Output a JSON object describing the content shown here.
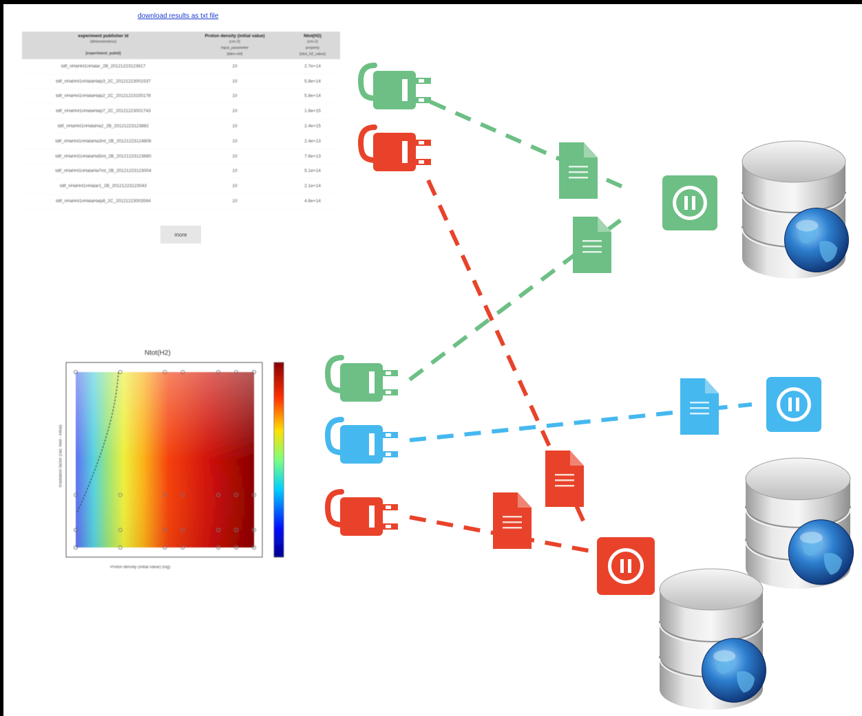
{
  "results": {
    "download_link": "download results as txt file",
    "columns": [
      {
        "title": "experiment publisher id",
        "sub1": "(dimensionless)",
        "sub2": "[experiment_pubid]"
      },
      {
        "title": "Proton density (initial value)",
        "sub1": "(cm-3)",
        "sub2": "input_parameter",
        "sub3": "[iden-nH]"
      },
      {
        "title": "Ntot(H2)",
        "sub1": "(cm-2)",
        "sub2": "property",
        "sub3": "[ntot_h2_value]"
      }
    ],
    "rows": [
      [
        "tdif_nHaHnl1nHalar_2B_20121223123817",
        "10",
        "2.7e+14"
      ],
      [
        "tdif_nHaHnl1nHalaHalp3_2C_20121223001537",
        "10",
        "5.8e+14"
      ],
      [
        "tdif_nHaHnl1nHalaHalp2_2C_20121223150178",
        "10",
        "5.8e+14"
      ],
      [
        "tdif_nHaHnl1nHalaHalp7_2C_20121223001743",
        "10",
        "1.6e+15"
      ],
      [
        "tdif_nHaHnl1nHalaHa2_2B_20121223123882",
        "10",
        "2.4e+15"
      ],
      [
        "tdif_nHaHnl1nHalaHa3ml_2B_20121223124806",
        "10",
        "2.4e+13"
      ],
      [
        "tdif_nHaHnl1nHalaHa5ml_2B_20121223123680",
        "10",
        "7.6e+13"
      ],
      [
        "tdif_nHaHnl1nHalaHa7ml_2B_20121223123004",
        "10",
        "5.1e+14"
      ],
      [
        "tdif_nHaHnl1nHalar1_2B_20121223123043",
        "10",
        "2.1e+14"
      ],
      [
        "tdif_nHaHnl1nHalaHalp8_2C_20121223003594",
        "10",
        "4.6e+14"
      ]
    ],
    "more_label": "more"
  },
  "heatmap": {
    "title": "Ntot(H2)",
    "xlabel": "Proton density (initial value) (log)",
    "ylabel": "Irradiation factor (rad. field - initial)",
    "points": [
      [
        0,
        1
      ],
      [
        0.25,
        1
      ],
      [
        0.5,
        1
      ],
      [
        0.6,
        1
      ],
      [
        0.8,
        1
      ],
      [
        0.9,
        1
      ],
      [
        1,
        1
      ],
      [
        0,
        0.3
      ],
      [
        0.25,
        0.3
      ],
      [
        0.5,
        0.3
      ],
      [
        0.6,
        0.3
      ],
      [
        0.8,
        0.3
      ],
      [
        0.9,
        0.3
      ],
      [
        1,
        0.3
      ],
      [
        0,
        0.1
      ],
      [
        0.25,
        0.1
      ],
      [
        0.5,
        0.1
      ],
      [
        0.6,
        0.1
      ],
      [
        0.8,
        0.1
      ],
      [
        0.9,
        0.1
      ],
      [
        1,
        0.1
      ],
      [
        0,
        0
      ],
      [
        0.25,
        0
      ],
      [
        0.5,
        0
      ],
      [
        0.6,
        0
      ],
      [
        0.8,
        0
      ],
      [
        0.9,
        0
      ],
      [
        1,
        0
      ]
    ]
  },
  "colors": {
    "green": "#6dbf85",
    "red": "#e8432a",
    "blue": "#45b8ef"
  },
  "diagram": {
    "plugs": [
      {
        "name": "plug-green-top",
        "color": "green"
      },
      {
        "name": "plug-red-top",
        "color": "red"
      },
      {
        "name": "plug-green-middle",
        "color": "green"
      },
      {
        "name": "plug-blue",
        "color": "blue"
      },
      {
        "name": "plug-red-bottom",
        "color": "red"
      }
    ],
    "sockets": [
      {
        "name": "socket-green",
        "color": "green"
      },
      {
        "name": "socket-blue",
        "color": "blue"
      },
      {
        "name": "socket-red",
        "color": "red"
      }
    ],
    "documents": [
      {
        "name": "document-green-1",
        "color": "green"
      },
      {
        "name": "document-green-2",
        "color": "green"
      },
      {
        "name": "document-blue",
        "color": "blue"
      },
      {
        "name": "document-red-1",
        "color": "red"
      },
      {
        "name": "document-red-2",
        "color": "red"
      }
    ],
    "databases": [
      {
        "name": "database-globe-top"
      },
      {
        "name": "database-globe-middle"
      },
      {
        "name": "database-globe-bottom"
      }
    ]
  }
}
